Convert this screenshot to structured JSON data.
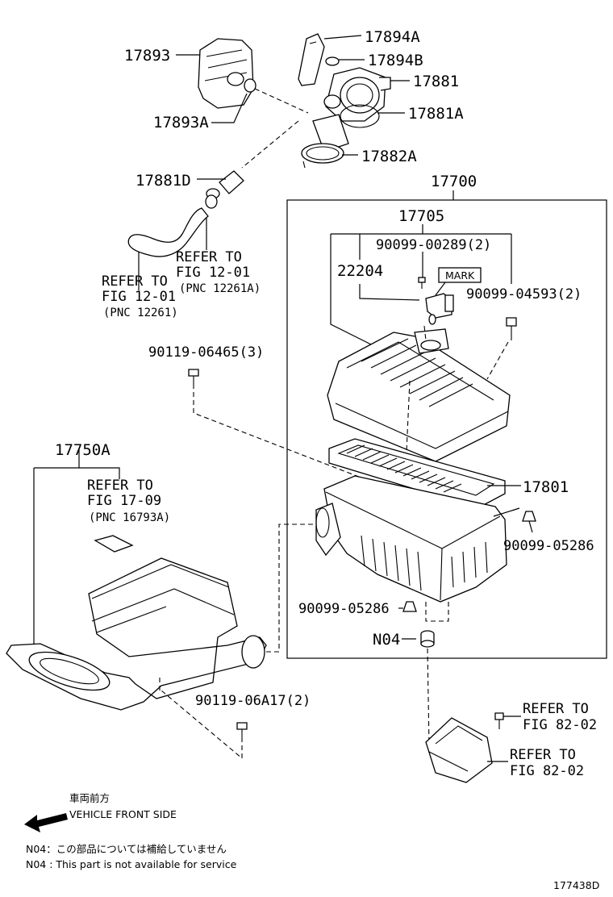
{
  "labels": {
    "p17893": "17893",
    "p17893A": "17893A",
    "p17894A": "17894A",
    "p17894B": "17894B",
    "p17881": "17881",
    "p17881A": "17881A",
    "p17882A": "17882A",
    "p17881D": "17881D",
    "p17700": "17700",
    "p17705": "17705",
    "p90099_00289": "90099-00289(2)",
    "p22204": "22204",
    "mark": "MARK",
    "p90099_04593": "90099-04593(2)",
    "p90119_06465": "90119-06465(3)",
    "p17801": "17801",
    "p90099_05286a": "90099-05286",
    "p90099_05286b": "90099-05286",
    "pN04": "N04",
    "p17750A": "17750A",
    "p90119_06A17": "90119-06A17(2)"
  },
  "references": {
    "ref_a_line1": "REFER TO",
    "ref_a_line2": "FIG 12-01",
    "ref_a_line3": "(PNC 12261A)",
    "ref_b_line1": "REFER TO",
    "ref_b_line2": "FIG 12-01",
    "ref_b_line3": "(PNC 12261)",
    "ref_c_line1": "REFER TO",
    "ref_c_line2": "FIG 17-09",
    "ref_c_line3": "(PNC 16793A)",
    "ref_d_line1": "REFER TO",
    "ref_d_line2": "FIG 82-02",
    "ref_e_line1": "REFER TO",
    "ref_e_line2": "FIG 82-02"
  },
  "legend": {
    "front_jp": "車両前方",
    "front_en": "VEHICLE FRONT SIDE",
    "note_jp": "N04：この部品については補給していません",
    "note_en": "N04 : This part is not available for service"
  },
  "diagram_id": "177438D"
}
